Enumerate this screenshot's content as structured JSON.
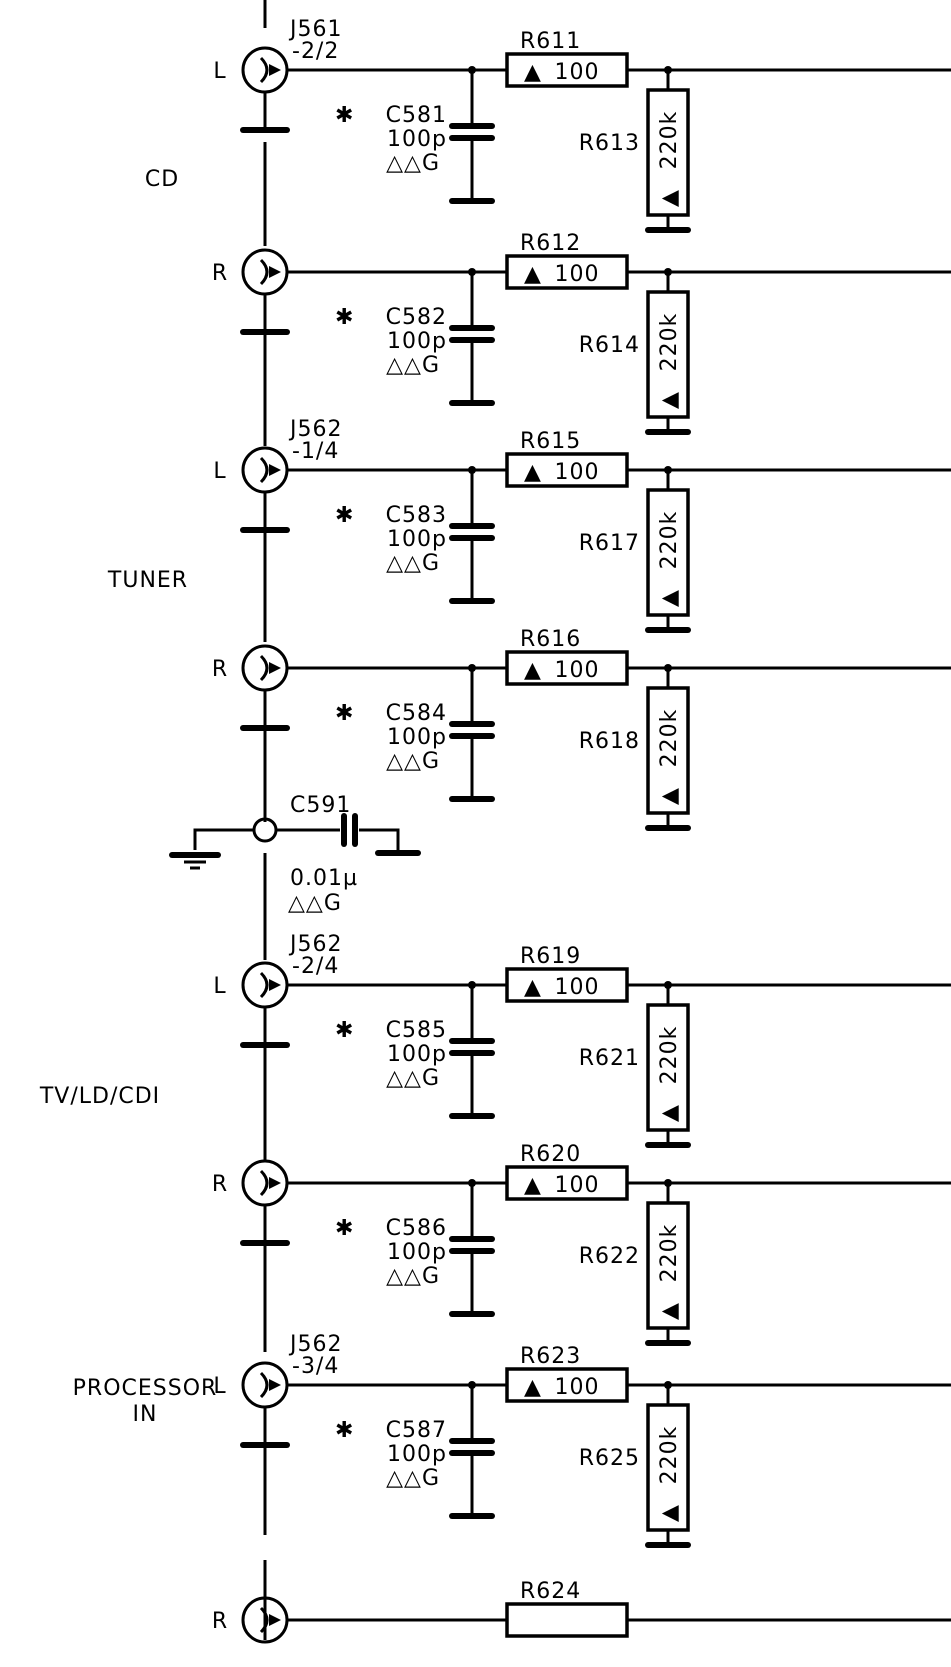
{
  "title": "Audio input selector schematic (partial)",
  "groups": [
    {
      "label": "CD",
      "label2": ""
    },
    {
      "label": "TUNER",
      "label2": ""
    },
    {
      "label": "TV/LD/CDI",
      "label2": ""
    },
    {
      "label": "PROCESSOR",
      "label2": "IN"
    }
  ],
  "channels": [
    {
      "side": "L",
      "jack": "J561",
      "pin": "-2/2",
      "cap": "C581",
      "cap_mark": "✱",
      "cap_value": "100p",
      "cap_type": "△△G",
      "r_series": "R611",
      "r_series_value": "100",
      "r_shunt": "R613",
      "r_shunt_value": "220k"
    },
    {
      "side": "R",
      "jack": "",
      "pin": "",
      "cap": "C582",
      "cap_mark": "✱",
      "cap_value": "100p",
      "cap_type": "△△G",
      "r_series": "R612",
      "r_series_value": "100",
      "r_shunt": "R614",
      "r_shunt_value": "220k"
    },
    {
      "side": "L",
      "jack": "J562",
      "pin": "-1/4",
      "cap": "C583",
      "cap_mark": "✱",
      "cap_value": "100p",
      "cap_type": "△△G",
      "r_series": "R615",
      "r_series_value": "100",
      "r_shunt": "R617",
      "r_shunt_value": "220k"
    },
    {
      "side": "R",
      "jack": "",
      "pin": "",
      "cap": "C584",
      "cap_mark": "✱",
      "cap_value": "100p",
      "cap_type": "△△G",
      "r_series": "R616",
      "r_series_value": "100",
      "r_shunt": "R618",
      "r_shunt_value": "220k"
    },
    {
      "side": "L",
      "jack": "J562",
      "pin": "-2/4",
      "cap": "C585",
      "cap_mark": "✱",
      "cap_value": "100p",
      "cap_type": "△△G",
      "r_series": "R619",
      "r_series_value": "100",
      "r_shunt": "R621",
      "r_shunt_value": "220k"
    },
    {
      "side": "R",
      "jack": "",
      "pin": "",
      "cap": "C586",
      "cap_mark": "✱",
      "cap_value": "100p",
      "cap_type": "△△G",
      "r_series": "R620",
      "r_series_value": "100",
      "r_shunt": "R622",
      "r_shunt_value": "220k"
    },
    {
      "side": "L",
      "jack": "J562",
      "pin": "-3/4",
      "cap": "C587",
      "cap_mark": "✱",
      "cap_value": "100p",
      "cap_type": "△△G",
      "r_series": "R623",
      "r_series_value": "100",
      "r_shunt": "R625",
      "r_shunt_value": "220k"
    },
    {
      "side": "R",
      "jack": "",
      "pin": "",
      "cap": "",
      "cap_mark": "",
      "cap_value": "",
      "cap_type": "",
      "r_series": "R624",
      "r_series_value": "",
      "r_shunt": "",
      "r_shunt_value": ""
    }
  ],
  "ground_cap": {
    "name": "C591",
    "value": "0.01µ",
    "type": "△△G"
  },
  "resistor_mark": "▲"
}
